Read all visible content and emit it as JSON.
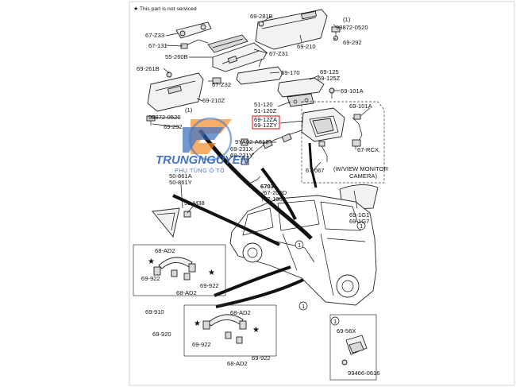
{
  "notice": "★ This part is not serviced",
  "watermark": {
    "brand": "TRUNGNGUYEN",
    "sub": "PHỤ TÙNG Ô TÔ"
  },
  "highlight_color": "#e0191d",
  "labels": {
    "l_69281B": "69-281B",
    "l_1a": "(1)",
    "l_99872_0520a": "99872-0520",
    "l_69292a": "69-292",
    "l_69210": "69-210",
    "l_67Z33": "67-Z33",
    "l_67131": "67-131",
    "l_55260B": "55-260B",
    "l_67Z31": "67-Z31",
    "l_67Z32": "67-Z32",
    "l_69170": "69-170",
    "l_69125": "69-125",
    "l_69125Z": "69-125Z",
    "l_69261B": "69-261B",
    "l_69101A_top": "69-101A",
    "l_69210Z": "69-210Z",
    "l_51120": "51-120",
    "l_51120Z": "51-120Z",
    "l_1b": "(1)",
    "l_99872_0520b": "99872-0520",
    "l_69292b": "69-292",
    "l_6912ZA": "69-12ZA",
    "l_6912ZY": "69-12ZY",
    "l_69101A_box": "69-101A",
    "l_9YA02": "9YA02-A612",
    "l_67RCX": "67-RCX",
    "l_69231X": "69-231X",
    "l_69231Y": "69-231Y",
    "l_67067": "67-067",
    "l_camera1": "(W/VIEW MONITOR",
    "l_camera2": "CAMERA)",
    "l_6703": "6703",
    "l_67200D": "/67-200D",
    "l_67190J": "/67-190J",
    "l_50861A": "50-861A",
    "l_50861Y": "50-861Y",
    "l_50M38": "50-M38",
    "l_691G1": "69-1G1",
    "l_691G7": "69-1G7",
    "l_1c": "1",
    "l_1d": "1",
    "l_1e": "1",
    "l_1f": "1",
    "l_68AD2a": "68-AD2",
    "l_69922a": "69-922",
    "l_69922b": "69-922",
    "l_68AD2b": "68-AD2",
    "l_69910": "69-910",
    "l_68AD2c": "68-AD2",
    "l_69922c": "69-922",
    "l_69922d": "69-922",
    "l_68AD2d": "68-AD2",
    "l_69920": "69-920",
    "l_6956X": "69-56X",
    "l_99466": "99466-0616"
  }
}
